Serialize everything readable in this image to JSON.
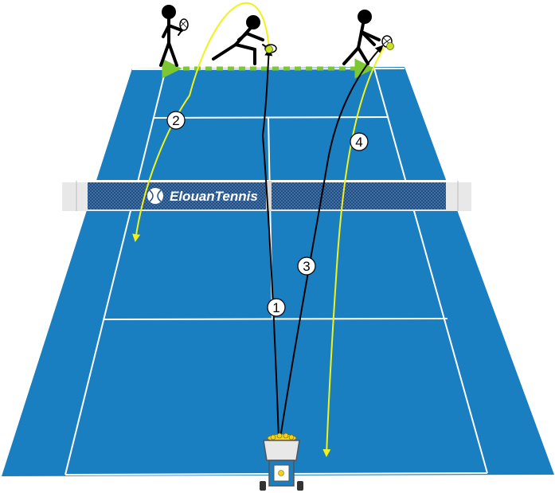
{
  "brand": {
    "name": "ElouanTennis"
  },
  "colors": {
    "court": "#1a7fc1",
    "lines": "#ffffff",
    "yellow": "#f2f21a",
    "black": "#000000",
    "green": "#7cc832",
    "net": "#1d4f86"
  },
  "icons": {
    "player": "stick-figure-player-icon",
    "machine": "ball-machine-icon",
    "ball": "tennis-ball-icon"
  },
  "shots": [
    {
      "num": "1",
      "color": "black"
    },
    {
      "num": "2",
      "color": "yellow"
    },
    {
      "num": "3",
      "color": "black"
    },
    {
      "num": "4",
      "color": "yellow"
    }
  ]
}
